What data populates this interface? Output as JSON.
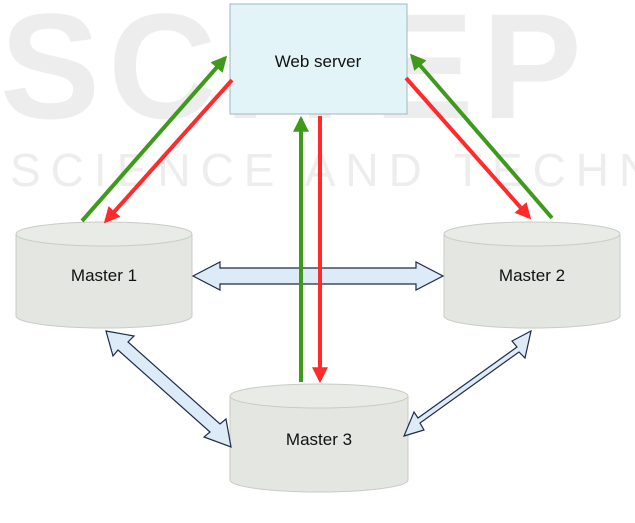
{
  "watermark": {
    "big_text": "SCITEP",
    "sub_text": "SCIENCE AND TECHN",
    "color": "#ececec"
  },
  "colors": {
    "server_fill": "#e3f4f8",
    "server_stroke": "#9db7c2",
    "db_fill": "#e4e6e2",
    "db_stroke": "#c8cbc6",
    "request_arrow": "#3f9a1c",
    "response_arrow": "#ff2b2b",
    "sync_fill": "#dcebf7",
    "sync_stroke": "#1f2a44"
  },
  "nodes": {
    "server": {
      "label": "Web server"
    },
    "master1": {
      "label": "Master 1"
    },
    "master2": {
      "label": "Master 2"
    },
    "master3": {
      "label": "Master 3"
    }
  }
}
